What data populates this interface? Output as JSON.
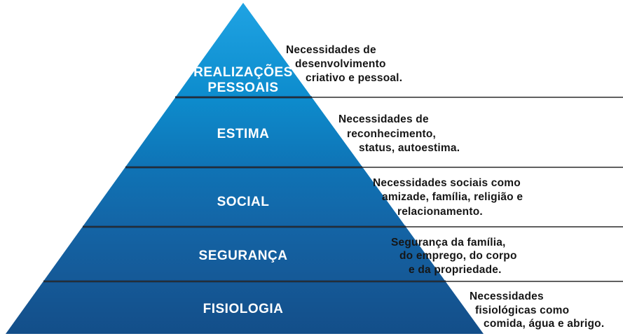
{
  "diagram": {
    "type": "pyramid-hierarchy",
    "subject": "hierarchy-of-needs",
    "language": "pt-BR",
    "levels": [
      {
        "id": "realizacoes-pessoais",
        "label_lines": [
          "REALIZAÇÕES",
          "PESSOAIS"
        ],
        "description_lines": [
          "Necessidades de",
          "desenvolvimento",
          "criativo e pessoal."
        ]
      },
      {
        "id": "estima",
        "label_lines": [
          "ESTIMA"
        ],
        "description_lines": [
          "Necessidades de",
          "reconhecimento,",
          "status, autoestima."
        ]
      },
      {
        "id": "social",
        "label_lines": [
          "SOCIAL"
        ],
        "description_lines": [
          "Necessidades sociais como",
          "amizade, família, religião e",
          "relacionamento."
        ]
      },
      {
        "id": "seguranca",
        "label_lines": [
          "SEGURANÇA"
        ],
        "description_lines": [
          "Segurança da família,",
          "do emprego, do corpo",
          "e da propriedade."
        ]
      },
      {
        "id": "fisiologia",
        "label_lines": [
          "FISIOLOGIA"
        ],
        "description_lines": [
          "Necessidades",
          "fisiológicas como",
          "comida, água e abrigo."
        ]
      }
    ],
    "colors": {
      "gradient_stops": [
        "#1fa3e3",
        "#0d8ccd",
        "#0f73b5",
        "#1464a5",
        "#155997",
        "#134e89"
      ],
      "label_text": "#ffffff",
      "description_text": "#161616",
      "separator_line": "#2b2b2b",
      "separator_inner": "#123a63",
      "background": "#ffffff"
    }
  }
}
